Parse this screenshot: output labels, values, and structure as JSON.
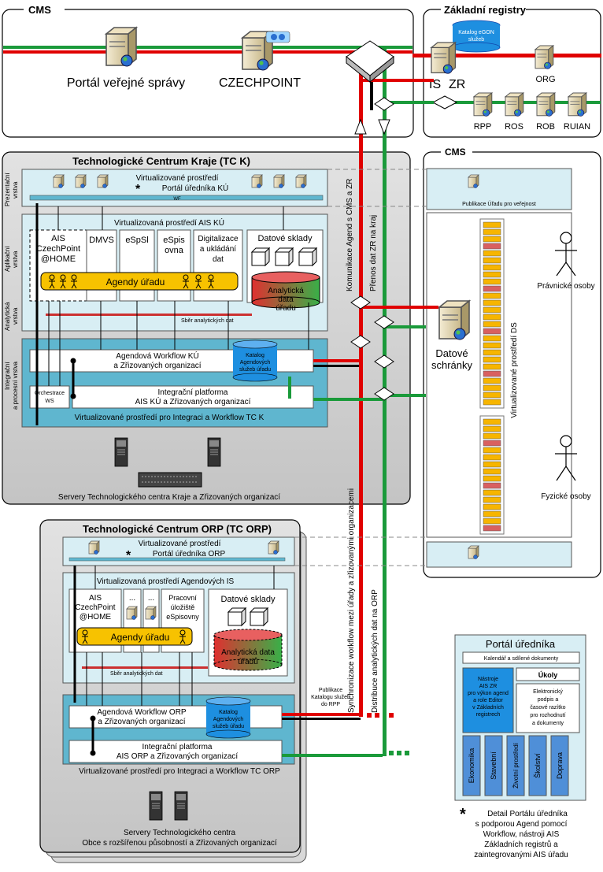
{
  "cms_top": {
    "title": "CMS",
    "portal": "Portál veřejné správy",
    "czechpoint": "CZECHPOINT"
  },
  "zakladni": {
    "title": "Základní registry",
    "katalog_l1": "Katalog eGON",
    "katalog_l2": "služeb",
    "is": "IS",
    "zr": "ZR",
    "org": "ORG",
    "rpp": "RPP",
    "ros": "ROS",
    "rob": "ROB",
    "ruian": "RUIAN"
  },
  "cms_right": {
    "title": "CMS",
    "publikace": "Publikace Úřadu pro veřejnost",
    "datove_l1": "Datové",
    "datove_l2": "schránky",
    "virt_ds": "Virtualizované prostředí DS",
    "pravnicke": "Právnické osoby",
    "fyzicke": "Fyzické osoby"
  },
  "tck": {
    "title": "Technologické Centrum Kraje (TC K)",
    "prez_l1": "Prezentační",
    "prez_l2": "vrstva",
    "apl_l1": "Aplikační",
    "apl_l2": "vrstva",
    "anal_l1": "Analytická",
    "anal_l2": "vrstva",
    "integ_l1": "Integrační",
    "integ_l2": "a procesní vrstva",
    "virt_prez_l1": "Virtualizované prostředí",
    "virt_prez_l2": "Portál úředníka KÚ",
    "wf": "WF",
    "virt_ais": "Virtualizovaná prostředí AIS KÚ",
    "ais_l1": "AIS",
    "ais_l2": "CzechPoint",
    "ais_l3": "@HOME",
    "dmvs": "DMVS",
    "espsl": "eSpSl",
    "espis_l1": "eSpis",
    "espis_l2": "ovna",
    "digit_l1": "Digitalizace",
    "digit_l2": "a ukládání",
    "digit_l3": "dat",
    "datove_sklady": "Datové sklady",
    "agendy": "Agendy úřadu",
    "anal_l1d": "Analytická",
    "anal_l2d": "data",
    "anal_l3d": "úřadu",
    "sber": "Sběr analytických dat",
    "wf_ku_l1": "Agendová Workflow KÚ",
    "wf_ku_l2": "a Zřizovaných organizací",
    "katalog_l1": "Katalog",
    "katalog_l2": "Agendových",
    "katalog_l3": "služeb úřadu",
    "orch_l1": "Orchestrace",
    "orch_l2": "WS",
    "integ_plat_l1": "Integrační platforma",
    "integ_plat_l2": "AIS KÚ a Zřizovaných organizací",
    "virt_integ": "Virtualizované prostředí pro Integraci a Workflow TC K",
    "servery": "Servery Technologického centra Kraje a Zřizovaných organizací"
  },
  "torp": {
    "title": "Technologické Centrum ORP (TC ORP)",
    "virt_prez_l1": "Virtualizované prostředí",
    "virt_prez_l2": "Portál úředníka ORP",
    "virt_ais": "Virtualizovaná prostředí Agendových IS",
    "ais_l1": "AIS",
    "ais_l2": "CzechPoint",
    "ais_l3": "@HOME",
    "dots": "...",
    "prac_l1": "Pracovní",
    "prac_l2": "úložiště",
    "prac_l3": "eSpisovny",
    "datove_sklady": "Datové sklady",
    "agendy": "Agendy úřadu",
    "anal_l1d": "Analytická data",
    "anal_l2d": "úřadů",
    "sber": "Sběr analytických dat",
    "wf_l1": "Agendová Workflow ORP",
    "wf_l2": "a Zřizovaných organizací",
    "katalog_l1": "Katalog",
    "katalog_l2": "Agendových",
    "katalog_l3": "služeb úřadu",
    "integ_plat_l1": "Integrační platforma",
    "integ_plat_l2": "AIS ORP a Zřizovaných organizací",
    "virt_integ": "Virtualizované prostředí pro Integraci a Workflow TC ORP",
    "servery_l1": "Servery Technologického centra",
    "servery_l2": "Obce s rozšířenou působností a Zřizovaných organizací",
    "publikace_l1": "Publikace",
    "publikace_l2": "Katalogu služeb",
    "publikace_l3": "do RPP"
  },
  "vertical": {
    "komunikace": "Komunikace Agend s CMS a ZR",
    "prenos": "Přenos dat ZR na kraj",
    "synchronizace": "Synchronizace workflow mezi úřady a zřizovanými organizacemi",
    "distribuce": "Distribuce analytických dat na ORP"
  },
  "portal": {
    "title": "Portál úředníka",
    "kalendar": "Kalendář a sdílené dokumenty",
    "nastroje_l1": "Nástroje",
    "nastroje_l2": "AIS ZR",
    "nastroje_l3": "pro výkon agend",
    "nastroje_l4": "a role Editor",
    "nastroje_l5": "v Základních",
    "nastroje_l6": "registrech",
    "ukoly": "Úkoly",
    "elektr_l1": "Elektronický",
    "elektr_l2": "podpis a",
    "elektr_l3": "časové razítko",
    "elektr_l4": "pro rozhodnutí",
    "elektr_l5": "a dokumenty",
    "col1": "Ekonomika",
    "col2": "Stavební",
    "col3": "Životní prostředí",
    "col4": "Školství",
    "col5": "Doprava"
  },
  "footnote": {
    "star": "*",
    "l1": "Detail Portálu úředníka",
    "l2": "s podporou Agend pomocí",
    "l3": "Workflow, nástroji AIS",
    "l4": "Základních registrů a",
    "l5": "zaintegrovanými AIS úřadu"
  },
  "colors": {
    "red": "#e00000",
    "green": "#1a9a3a",
    "panel_gray": "#c8c8c8",
    "light_blue": "#d8eef4",
    "mid_blue": "#5fb6cf",
    "agenda_yellow": "#f7c200",
    "portal_blue": "#4f8fd8"
  }
}
